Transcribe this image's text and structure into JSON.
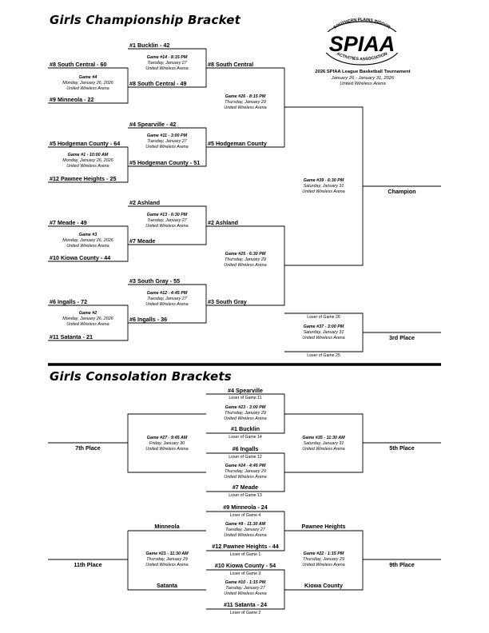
{
  "championship": {
    "title": "Girls Championship Bracket",
    "r1": {
      "g4": {
        "top": "#8 South Central - 60",
        "bot": "#9 Minneola - 22",
        "game": "Game #4",
        "date": "Monday, January 26, 2026",
        "venue": "United Wireless Arena"
      },
      "g1": {
        "top": "#5 Hodgeman County - 64",
        "bot": "#12 Pawnee Heights - 25",
        "game": "Game #1 - 10:00 AM",
        "date": "Monday, January 26, 2026",
        "venue": "United Wireless Arena"
      },
      "g3": {
        "top": "#7 Meade - 49",
        "bot": "#10 Kiowa County - 44",
        "game": "Game #3",
        "date": "Monday, January 26, 2026",
        "venue": "United Wireless Arena"
      },
      "g2": {
        "top": "#6 Ingalls - 72",
        "bot": "#11 Satanta - 21",
        "game": "Game #2",
        "date": "Monday, January 26, 2026",
        "venue": "United Wireless Arena"
      }
    },
    "r2": {
      "g14": {
        "top": "#1 Bucklin - 42",
        "bot": "#8 South Central - 49",
        "game": "Game #14 - 8:15 PM",
        "date": "Tuesday, January 27",
        "venue": "United Wireless Arena"
      },
      "g11": {
        "top": "#4 Spearville - 42",
        "bot": "#5 Hodgeman County - 51",
        "game": "Game #11 - 3:00 PM",
        "date": "Tuesday, January 27",
        "venue": "United Wireless Arena"
      },
      "g13": {
        "top": "#2 Ashland",
        "bot": "#7 Meade",
        "game": "Game #13 - 6:30 PM",
        "date": "Tuesday, January 27",
        "venue": "United Wireless Arena"
      },
      "g12": {
        "top": "#3 South Gray - 55",
        "bot": "#6 Ingalls - 36",
        "game": "Game #12 - 4:45 PM",
        "date": "Tuesday, January 27",
        "venue": "United Wireless Arena"
      }
    },
    "r3": {
      "g26": {
        "top": "#8 South Central",
        "bot": "#5 Hodgeman County",
        "game": "Game #26 - 8:15 PM",
        "date": "Thursday, January 29",
        "venue": "United Wireless Arena"
      },
      "g25": {
        "top": "#2 Ashland",
        "bot": "#3 South Gray",
        "game": "Game #25 - 6:30 PM",
        "date": "Thursday, January 29",
        "venue": "United Wireless Arena"
      }
    },
    "final": {
      "game": "Game #39 - 6:30 PM",
      "date": "Saturday, January 31",
      "venue": "United Wireless Arena",
      "winner_label": "Champion"
    },
    "third": {
      "top": "Loser of Game 26",
      "bot": "Loser of Game 25",
      "game": "Game #37 - 3:00 PM",
      "date": "Saturday, January 31",
      "venue": "United Wireless Arena",
      "winner_label": "3rd Place"
    },
    "tournament": {
      "name": "2026 SPIAA League Basketball Tournament",
      "dates": "January 26 - January 31, 2026",
      "venue": "United Wireless Arena"
    },
    "logo": {
      "main": "SPIAA",
      "arc_top": "SOUTHERN PLAINS INDOOR",
      "arc_bottom": "ACTIVITIES ASSOCIATION"
    }
  },
  "consolation": {
    "title": "Girls Consolation Brackets",
    "g23": {
      "top": "#4 Spearville",
      "top_sub": "Loser of Game 11",
      "bot": "#1 Bucklin",
      "bot_sub": "Loser of Game 14",
      "game": "Game #23 - 3:00 PM",
      "date": "Thursday, January 29",
      "venue": "United Wireless Arena"
    },
    "g24": {
      "top": "#6 Ingalls",
      "top_sub": "Loser of Game 12",
      "bot": "#7 Meade",
      "bot_sub": "Loser of Game 13",
      "game": "Game #24 - 4:45 PM",
      "date": "Thursday, January 29",
      "venue": "United Wireless Arena"
    },
    "g27": {
      "game": "Game #27 - 9:45 AM",
      "date": "Friday, January 30",
      "venue": "United Wireless Arena",
      "label": "7th Place"
    },
    "g35": {
      "game": "Game #35 - 11:30 AM",
      "date": "Saturday, January 31",
      "venue": "United Wireless Arena",
      "label": "5th Place"
    },
    "g9": {
      "top": "#9 Minneola - 24",
      "top_sub": "Loser of Game 4",
      "bot": "#12 Pawnee Heights - 44",
      "bot_sub": "Loser of Game 1",
      "game": "Game #9 - 11:30 AM",
      "date": "Tuesday, January 27",
      "venue": "United Wireless Arena"
    },
    "g10": {
      "top": "#10 Kiowa County - 54",
      "top_sub": "Loser of Game 3",
      "bot": "#11 Satanta - 24",
      "bot_sub": "Loser of Game 2",
      "game": "Game #10 - 1:15 PM",
      "date": "Tuesday, January 27",
      "venue": "United Wireless Arena"
    },
    "g21": {
      "top": "Minneola",
      "bot": "Satanta",
      "game": "Game #21 - 11:30 AM",
      "date": "Thursday, January 29",
      "venue": "United Wireless Arena",
      "label": "11th Place"
    },
    "g22": {
      "top": "Pawnee Heights",
      "bot": "Kiowa County",
      "game": "Game #22 - 1:15 PM",
      "date": "Thursday, January 29",
      "venue": "United Wireless Arena",
      "label": "9th Place"
    }
  }
}
